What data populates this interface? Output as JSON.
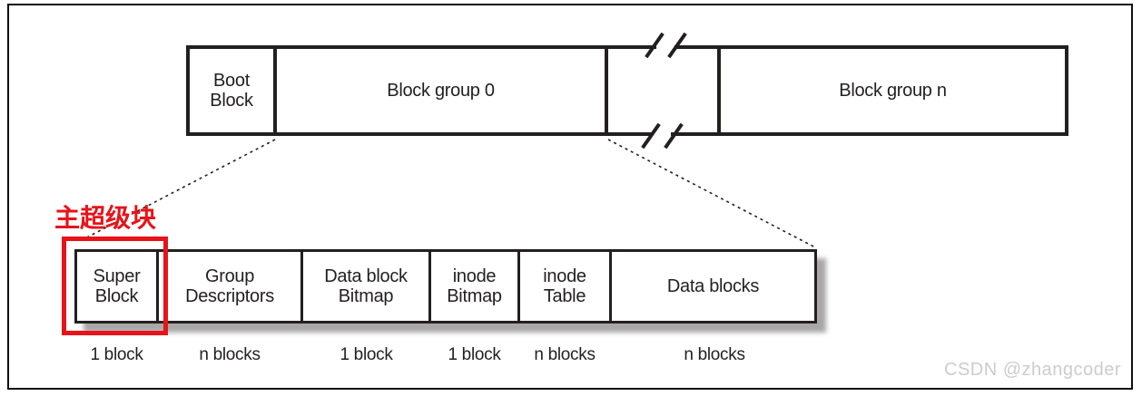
{
  "colors": {
    "ink": "#231f20",
    "highlight_red": "#e8131a",
    "shadow_gray": "#a8a8a8",
    "watermark_gray": "#cccccc"
  },
  "top_row": {
    "boot_block": {
      "line1": "Boot",
      "line2": "Block"
    },
    "block_group_0": {
      "label": "Block group 0"
    },
    "block_group_n": {
      "label": "Block group n"
    }
  },
  "annotation": {
    "label": "主超级块"
  },
  "detail_row": {
    "cells": [
      {
        "line1": "Super",
        "line2": "Block",
        "size": "1 block"
      },
      {
        "line1": "Group",
        "line2": "Descriptors",
        "size": "n blocks"
      },
      {
        "line1": "Data block",
        "line2": "Bitmap",
        "size": "1 block"
      },
      {
        "line1": "inode",
        "line2": "Bitmap",
        "size": "1 block"
      },
      {
        "line1": "inode",
        "line2": "Table",
        "size": "n blocks"
      },
      {
        "line1": "Data blocks",
        "line2": "",
        "size": "n blocks"
      }
    ]
  },
  "watermark": {
    "label": "CSDN @zhangcoder"
  }
}
